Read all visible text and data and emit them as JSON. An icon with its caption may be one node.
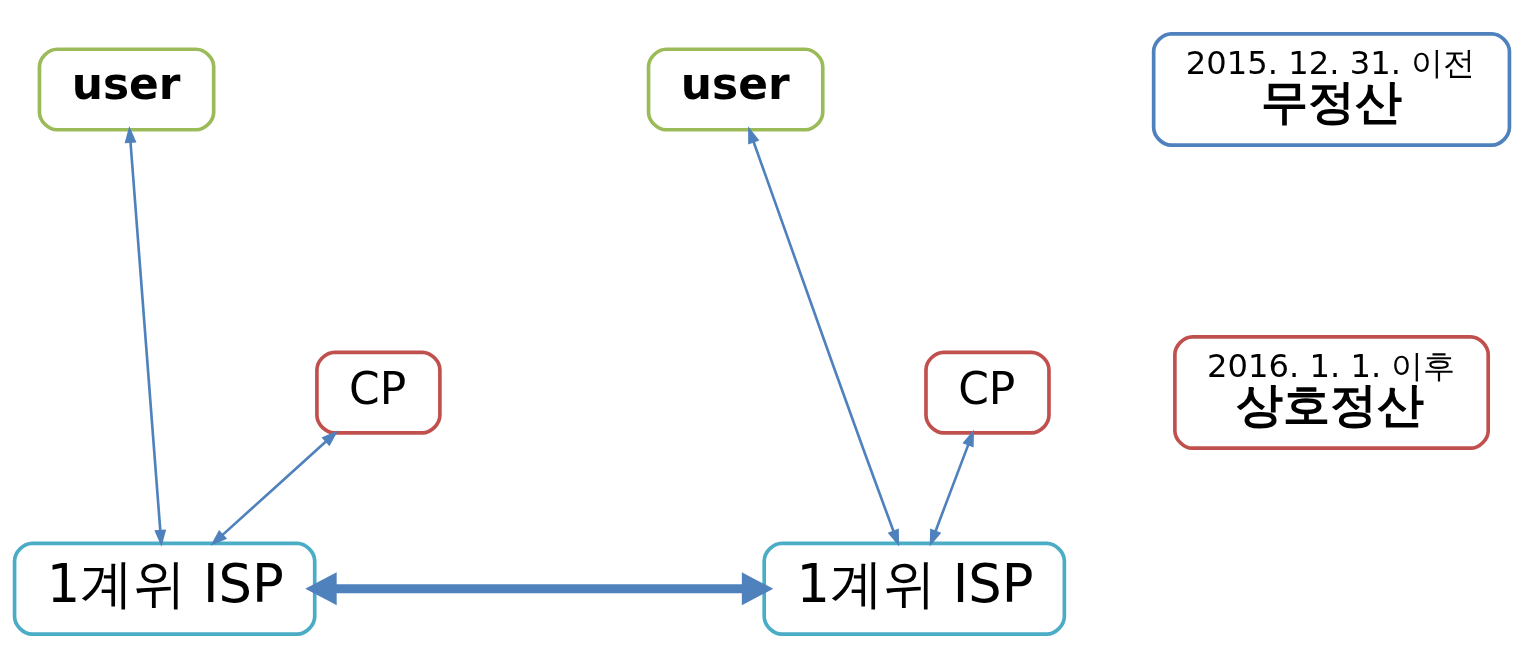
{
  "diagram": {
    "nodes": [
      {
        "text": [
          "user"
        ]
      },
      {
        "text": [
          "2015. 12. 31. 이전",
          "무정산"
        ]
      },
      {
        "text": [
          "user"
        ]
      },
      {
        "text": [
          "1계위 ISP"
        ]
      },
      {
        "text": [
          "1계위 ISP"
        ]
      },
      {
        "text": [
          "CP"
        ]
      },
      {
        "text": [
          "2016. 1. 1. 이후",
          "상호정산"
        ]
      },
      {
        "text": [
          "CP"
        ]
      }
    ],
    "edges": [
      {
        "from": 0,
        "to": 3,
        "arrow": "both"
      },
      {
        "from": 2,
        "to": 4,
        "arrow": "both"
      },
      {
        "from": 3,
        "to": 4,
        "arrow": "both",
        "style": "thick"
      },
      {
        "from": 5,
        "to": 3,
        "arrow": "both"
      },
      {
        "from": 7,
        "to": 4,
        "arrow": "both"
      }
    ]
  }
}
